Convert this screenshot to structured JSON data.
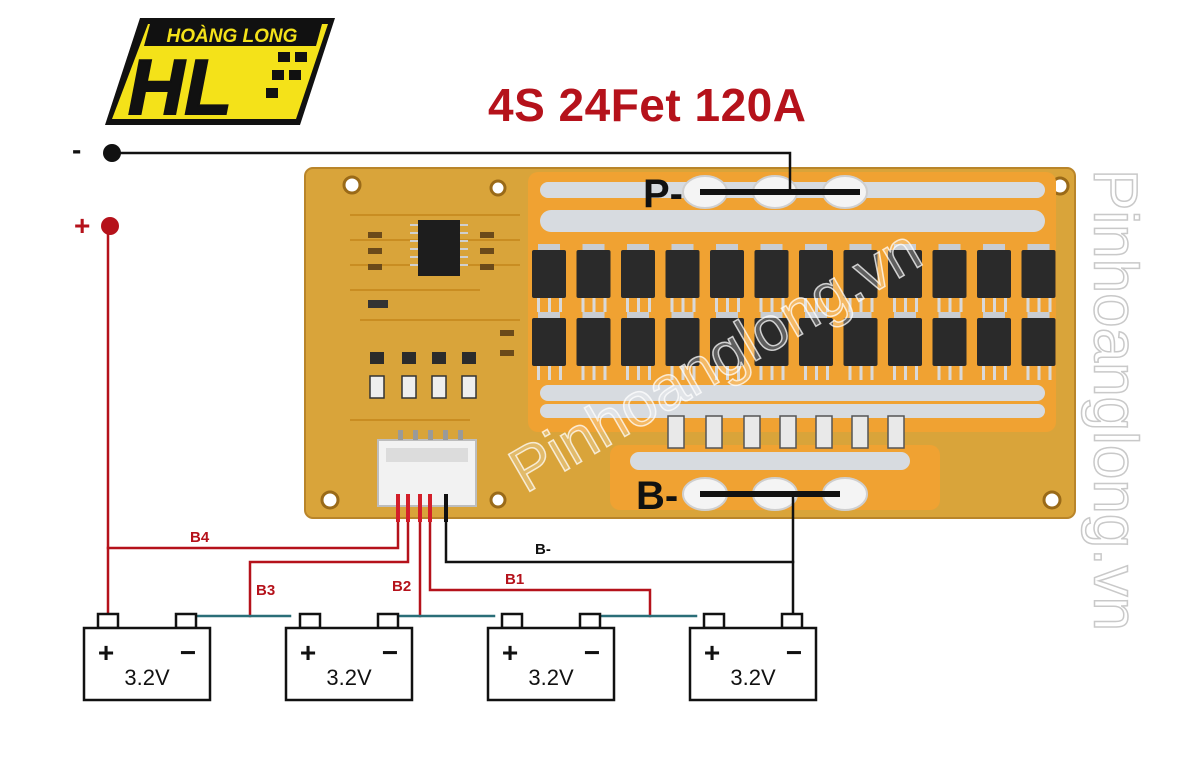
{
  "title": "4S 24Fet 120A",
  "logo": {
    "brand": "HOÀNG LONG",
    "mark": "HL"
  },
  "watermark": "Pinhoanglong.vn",
  "terminals": {
    "neg_sign": "-",
    "pos_sign": "+"
  },
  "buses": {
    "p_minus": "P-",
    "b_minus": "B-"
  },
  "wires": {
    "b1": "B1",
    "b2": "B2",
    "b3": "B3",
    "b4": "B4",
    "bminus": "B-"
  },
  "batteries": [
    {
      "plus": "+",
      "minus": "−",
      "voltage": "3.2V"
    },
    {
      "plus": "+",
      "minus": "−",
      "voltage": "3.2V"
    },
    {
      "plus": "+",
      "minus": "−",
      "voltage": "3.2V"
    },
    {
      "plus": "+",
      "minus": "−",
      "voltage": "3.2V"
    }
  ],
  "colors": {
    "title_red": "#b5121b",
    "wire_red": "#b5121b",
    "wire_black": "#111111",
    "wire_teal": "#2a6e78",
    "pcb": "#d9a43a",
    "pcb_orange": "#f0a232",
    "mosfet": "#2a2a2a",
    "logo_yellow": "#f4e219"
  }
}
